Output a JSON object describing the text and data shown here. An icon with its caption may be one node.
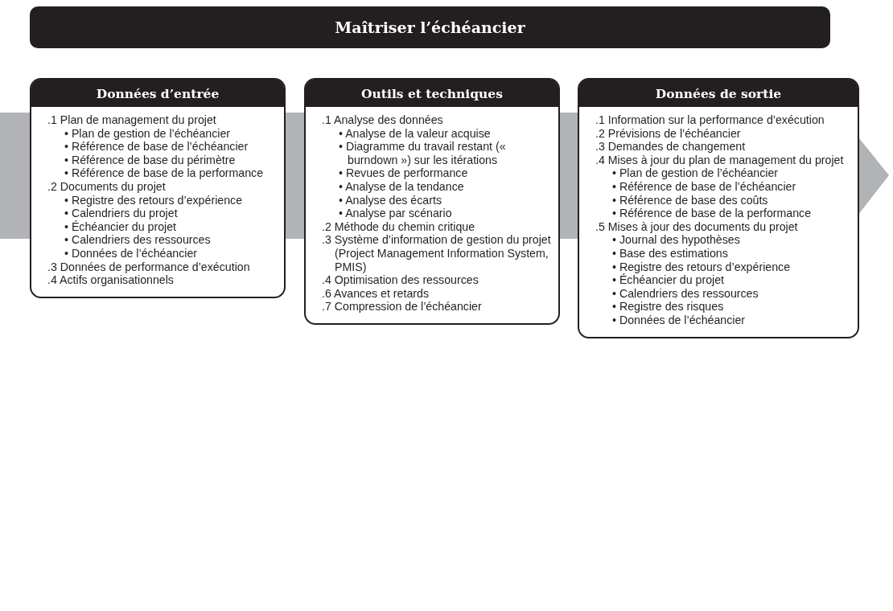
{
  "diagram": {
    "title": "Maîtriser l’échéancier",
    "nodes": [
      {
        "text": [
          "Données d’entrée",
          ".1 Plan de management du projet",
          "• Plan de gestion de l’échéancier",
          "• Référence de base de l’échéancier",
          "• Référence de base du périmètre",
          "• Référence de base de la performance",
          ".2 Documents du projet",
          "• Registre des retours d’expérience",
          "• Calendriers du projet",
          "• Échéancier du projet",
          "• Calendriers des ressources",
          "• Données de l’échéancier",
          ".3 Données de performance d’exécution",
          ".4 Actifs organisationnels"
        ]
      },
      {
        "text": [
          "Outils et techniques",
          ".1 Analyse des données",
          "• Analyse de la valeur acquise",
          "• Diagramme du travail restant (« burndown ») sur les itérations",
          "• Revues de performance",
          "• Analyse de la tendance",
          "• Analyse des écarts",
          "• Analyse par scénario",
          ".2 Méthode du chemin critique",
          ".3 Système d’information de gestion du projet (Project Management Information System, PMIS)",
          ".4 Optimisation des ressources",
          ".6 Avances et retards",
          ".7 Compression de l’échéancier"
        ]
      },
      {
        "text": [
          "Données de sortie",
          ".1 Information sur la performance d’exécution",
          ".2 Prévisions de l’échéancier",
          ".3 Demandes de changement",
          ".4 Mises à jour du plan de management du projet",
          "• Plan de gestion de l’échéancier",
          "• Référence de base de l’échéancier",
          "• Référence de base des coûts",
          "• Référence de base de la performance",
          ".5 Mises à jour des documents du projet",
          "• Journal des hypothèses",
          "• Base des estimations",
          "• Registre des retours d’expérience",
          "• Échéancier du projet",
          "• Calendriers des ressources",
          "• Registre des risques",
          "• Données de l’échéancier"
        ]
      }
    ]
  }
}
